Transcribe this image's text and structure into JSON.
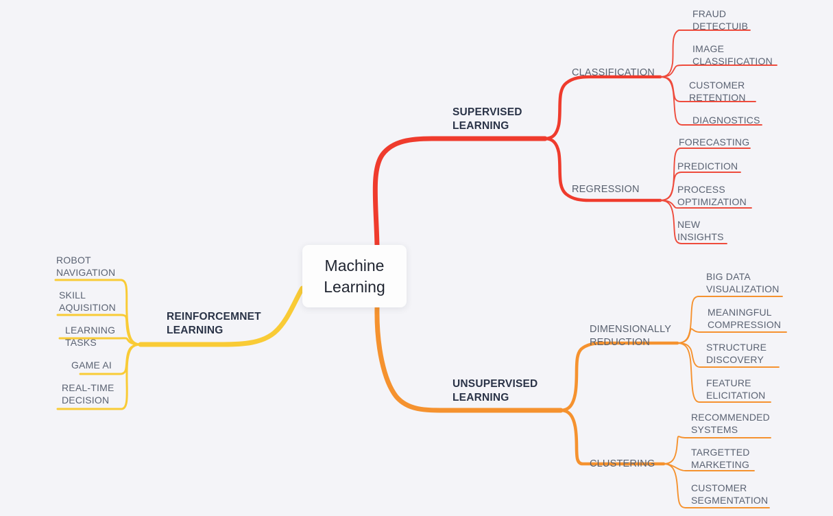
{
  "diagram": {
    "title": "Machine Learning",
    "type": "mind-map",
    "background_color": "#f4f4f8",
    "root": {
      "label": "Machine\nLearning",
      "text_color": "#1f2430",
      "card_color": "#fdfdfd"
    },
    "branches": [
      {
        "id": "supervised",
        "label": "SUPERVISED\nLEARNING",
        "color": "#ef3b2d",
        "side": "right",
        "children": [
          {
            "id": "classification",
            "label": "CLASSIFICATION",
            "leaves": [
              {
                "label": "FRAUD\nDETECTUIB"
              },
              {
                "label": "IMAGE\nCLASSIFICATION"
              },
              {
                "label": "CUSTOMER\nRETENTION"
              },
              {
                "label": "DIAGNOSTICS"
              }
            ]
          },
          {
            "id": "regression",
            "label": "REGRESSION",
            "leaves": [
              {
                "label": "FORECASTING"
              },
              {
                "label": "PREDICTION"
              },
              {
                "label": "PROCESS\nOPTIMIZATION"
              },
              {
                "label": "NEW\nINSIGHTS"
              }
            ]
          }
        ]
      },
      {
        "id": "unsupervised",
        "label": "UNSUPERVISED\nLEARNING",
        "color": "#f5922f",
        "side": "right",
        "children": [
          {
            "id": "dimensionally-reduction",
            "label": "DIMENSIONALLY\nREDUCTION",
            "leaves": [
              {
                "label": "BIG DATA\nVISUALIZATION"
              },
              {
                "label": "MEANINGFUL\nCOMPRESSION"
              },
              {
                "label": "STRUCTURE\nDISCOVERY"
              },
              {
                "label": "FEATURE\nELICITATION"
              }
            ]
          },
          {
            "id": "clustering",
            "label": "CLUSTERING",
            "leaves": [
              {
                "label": "RECOMMENDED\nSYSTEMS"
              },
              {
                "label": "TARGETTED\nMARKETING"
              },
              {
                "label": "CUSTOMER\nSEGMENTATION"
              }
            ]
          }
        ]
      },
      {
        "id": "reinforcement",
        "label": "REINFORCEMNET\nLEARNING",
        "color": "#f9cb36",
        "side": "left",
        "children": [],
        "leaves": [
          {
            "label": "ROBOT\nNAVIGATION"
          },
          {
            "label": "SKILL\nAQUISITION"
          },
          {
            "label": "LEARNING\nTASKS"
          },
          {
            "label": "GAME AI"
          },
          {
            "label": "REAL-TIME\nDECISION"
          }
        ]
      }
    ]
  }
}
